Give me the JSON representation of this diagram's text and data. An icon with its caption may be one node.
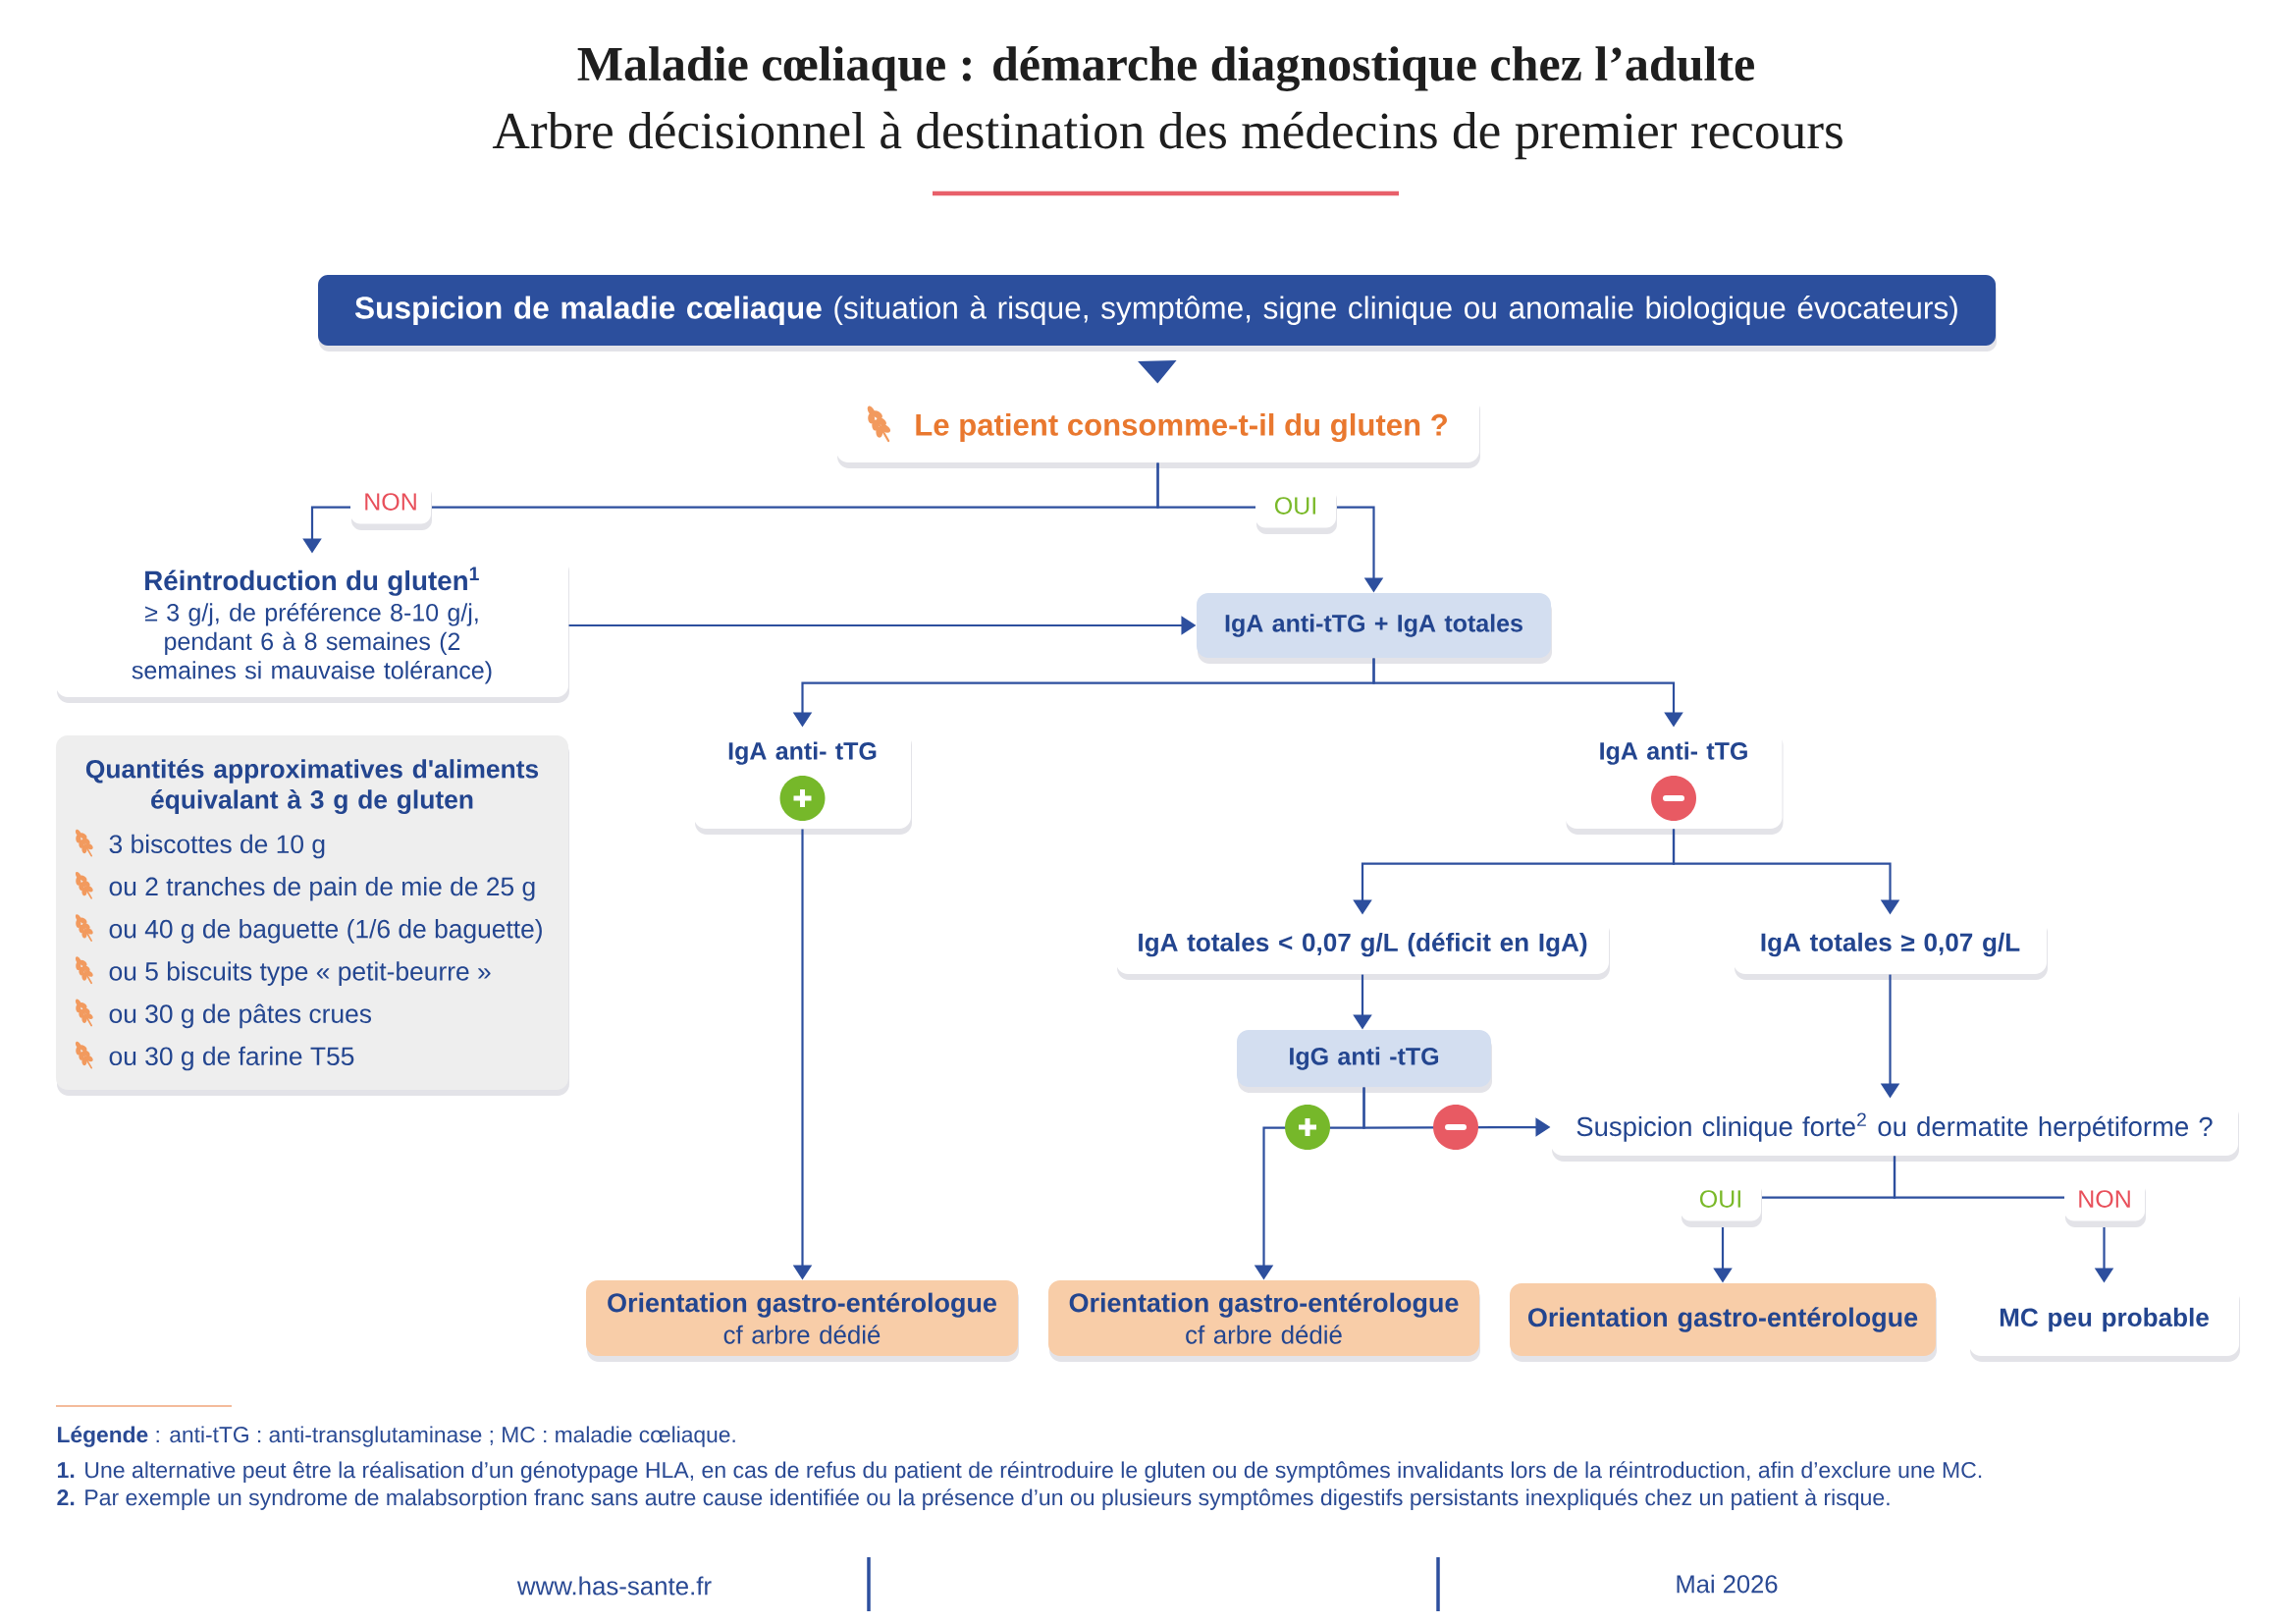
{
  "diagram": {
    "title": "Maladie cœliaque : démarche diagnostique chez l’adulte",
    "nodes": [
      {
        "text": [
          "**Suspicion de maladie cœliaque** (situation à risque, symptôme, signe clinique ou anomalie biologique évocateurs)"
        ]
      },
      {
        "text": [
          "Le patient consomme-t-il du gluten ?"
        ]
      },
      {
        "text": [
          "Réintroduction du gluten$^{1}$",
          "≥ 3 g/j, de préférence 8-10 g/j, pendant 6 à 8 semaines (2 semaines si mauvaise tolérance)"
        ]
      },
      {
        "text": [
          "IgA anti-tTG + IgA totales"
        ]
      },
      {
        "text": [
          "Quantités approximatives d'aliments équivalant à 3 g de gluten",
          "3 biscottes de 10 g",
          "ou 2 tranches de pain de mie de 25 g",
          "ou 40 g de baguette (1/6 de baguette)",
          "ou 5 biscuits type « petit-beurre »",
          "ou 30 g de pâtes crues",
          "ou 30 g de farine T55"
        ]
      },
      {
        "text": [
          "IgA anti- tTG"
        ]
      },
      {
        "text": [
          "IgA anti- tTG"
        ]
      },
      {
        "text": [
          "IgA totales < 0,07 g/L (déficit en IgA)"
        ]
      },
      {
        "text": [
          "IgA totales ≥ 0,07 g/L"
        ]
      },
      {
        "text": [
          "IgG anti -tTG"
        ]
      },
      {
        "text": [
          "Suspicion clinique forte$^{2}$ ou dermatite herpétiforme ?"
        ]
      },
      {
        "text": [
          "Orientation gastro-entérologue",
          "cf arbre dédié"
        ]
      },
      {
        "text": [
          "Orientation gastro-entérologue",
          "cf arbre dédié"
        ]
      },
      {
        "text": [
          "Orientation gastro-entérologue"
        ]
      },
      {
        "text": [
          "MC peu probable"
        ]
      }
    ],
    "edges": [
      {
        "from": 0,
        "to": 1,
        "arrow": "to"
      },
      {
        "from": 1,
        "to": 2,
        "arrow": "to",
        "label": "NON"
      },
      {
        "from": 1,
        "to": 3,
        "arrow": "to",
        "label": "OUI"
      },
      {
        "from": 2,
        "to": 3,
        "arrow": "to"
      },
      {
        "from": 3,
        "to": 5,
        "arrow": "to"
      },
      {
        "from": 3,
        "to": 6,
        "arrow": "to"
      },
      {
        "from": 5,
        "to": 11,
        "arrow": "to"
      },
      {
        "from": 6,
        "to": 7,
        "arrow": "to"
      },
      {
        "from": 6,
        "to": 8,
        "arrow": "to"
      },
      {
        "from": 7,
        "to": 9,
        "arrow": "to"
      },
      {
        "from": 8,
        "to": 10,
        "arrow": "to"
      },
      {
        "from": 9,
        "to": 12,
        "arrow": "to"
      },
      {
        "from": 9,
        "to": 10,
        "arrow": "to"
      },
      {
        "from": 10,
        "to": 13,
        "arrow": "to",
        "label": "OUI"
      },
      {
        "from": 10,
        "to": 14,
        "arrow": "to",
        "label": "NON"
      }
    ],
    "labels": [
      "Arbre décisionnel à destination des médecins de premier recours",
      "**Légende** : anti-tTG : anti-transglutaminase ; MC : maladie cœliaque.",
      "**1.** Une alternative peut être la réalisation d’un génotypage HLA, en cas de refus du patient de réintroduire le gluten ou de symptômes invalidants lors de la réintroduction, afin d’exclure une MC.",
      "**2.** Par exemple un syndrome de malabsorption franc sans autre cause identifiée ou la présence d’un ou plusieurs symptômes digestifs persistants inexpliqués chez un patient à risque.",
      "www.has-sante.fr",
      "Mai 2026"
    ]
  }
}
